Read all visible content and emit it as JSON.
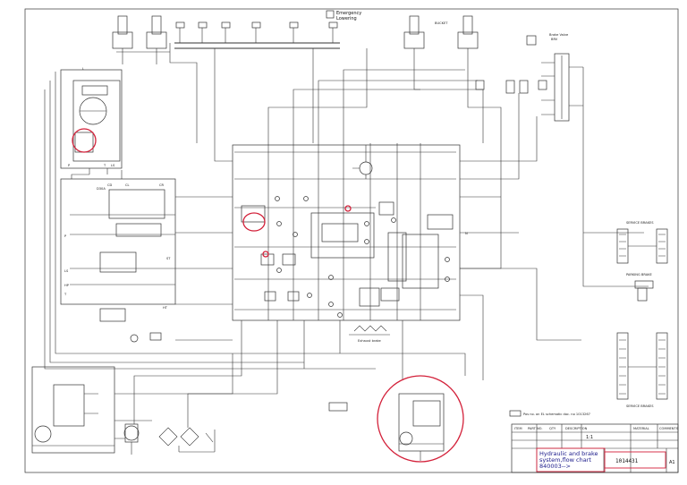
{
  "labels": {
    "emergency": [
      "Emergency",
      "Lowering"
    ],
    "bucket": "BUCKET",
    "brake_valve": [
      "Brake Valve",
      "BRV"
    ],
    "service_brakes_top": "SERVICE BRAKES",
    "parking_brake": "PARKING BRAKE",
    "service_brakes_bottom": "SERVICE BRAKES",
    "exhaust_brake": "Exhaust brake",
    "note": "Pos no. on EL schematic doc. no 1013267",
    "ports_left": [
      "L",
      "LS",
      "P",
      "T",
      "P",
      "LS",
      "HP",
      "T"
    ],
    "cd": "CD",
    "cl": "CL",
    "cr": "CR",
    "d30a": "D30A",
    "ht": "HT",
    "st": "ST",
    "n": "N"
  },
  "title_block": {
    "title": [
      "Hydraulic and brake",
      "system,flow chart"
    ],
    "sub": "840003-->",
    "doc_no": "1014431",
    "size": "A1",
    "scale": "1:1",
    "headers": [
      "ITEM",
      "PART NO.",
      "QTY",
      "DESCRIPTION",
      "MATERIAL",
      "COMMENTS"
    ]
  }
}
